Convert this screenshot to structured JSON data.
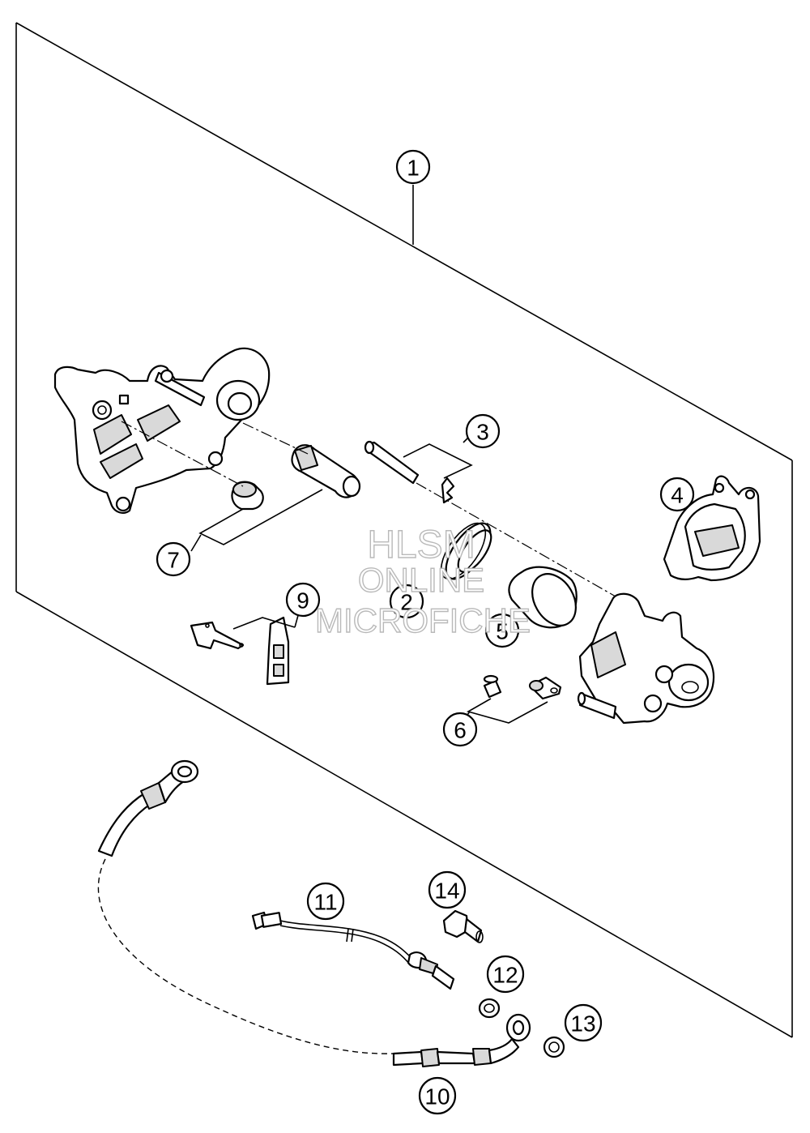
{
  "callouts": [
    "1",
    "2",
    "3",
    "4",
    "5",
    "6",
    "7",
    "9",
    "10",
    "11",
    "12",
    "13",
    "14"
  ],
  "watermark": {
    "line1": "HLSM",
    "line2": "ONLINE",
    "line3": "MICROFICHE"
  },
  "colors": {
    "line": "#000000",
    "background": "#ffffff",
    "shade": "#d9d9d9",
    "watermark_outline": "#b9b9b9"
  }
}
